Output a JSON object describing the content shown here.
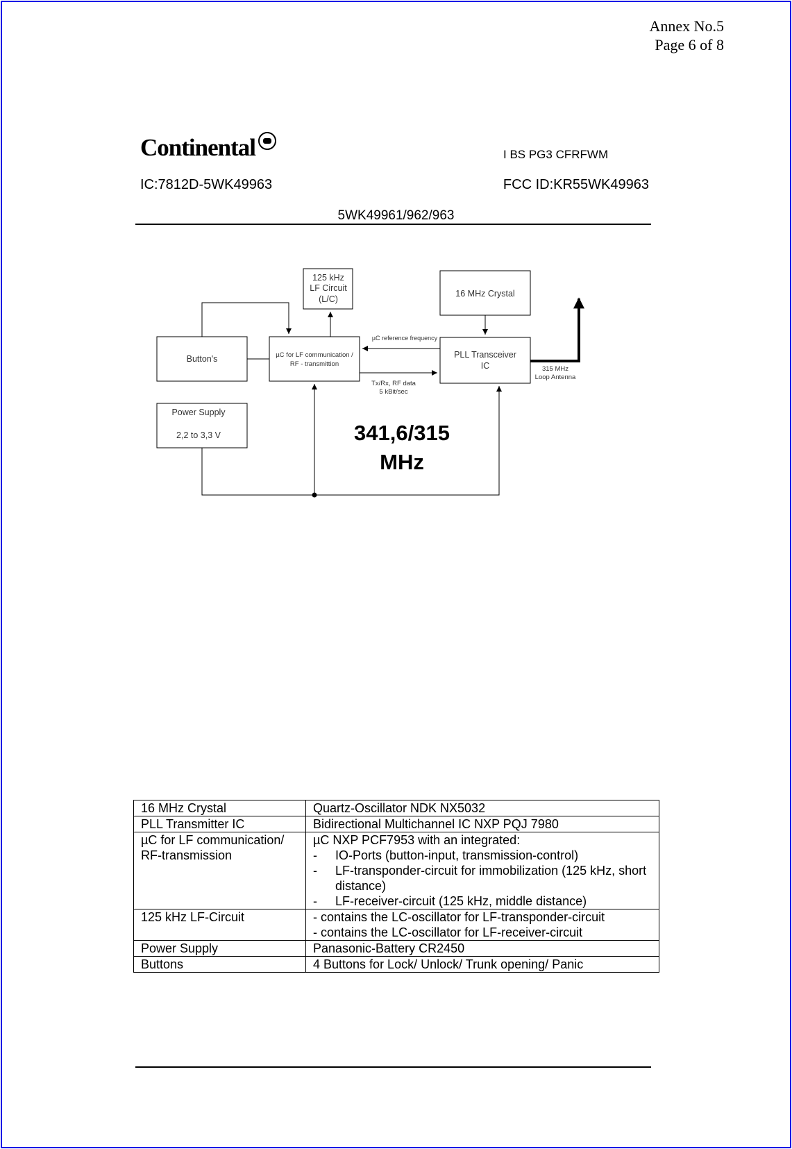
{
  "header": {
    "annex": "Annex No.5",
    "page": "Page 6 of 8",
    "company": "Continental",
    "dept": "I BS PG3 CFRFWM",
    "ic": "IC:7812D-5WK49963",
    "fcc": "FCC ID:KR55WK49963",
    "part_no": "5WK49961/962/963"
  },
  "diagram": {
    "lf_circuit": [
      "125 kHz",
      "LF Circuit",
      "(L/C)"
    ],
    "crystal": "16 MHz Crystal",
    "buttons": "Button's",
    "uc": [
      "µC for LF communication /",
      "RF - transmittion"
    ],
    "pll": [
      "PLL Transceiver",
      "IC"
    ],
    "power_supply": [
      "Power Supply",
      "2,2 to 3,3 V"
    ],
    "ref_freq": "µC reference frequency",
    "data_link": [
      "Tx/Rx, RF data",
      "5 kBit/sec"
    ],
    "antenna": [
      "315 MHz",
      "Loop Antenna"
    ],
    "frequency": [
      "341,6/315",
      "MHz"
    ]
  },
  "table": {
    "rows": [
      {
        "component": "16 MHz Crystal",
        "description": "Quartz-Oscillator NDK NX5032"
      },
      {
        "component": "PLL Transmitter IC",
        "description": "Bidirectional Multichannel IC NXP PQJ 7980"
      },
      {
        "component": "µC for LF communication/ RF-transmission",
        "intro": "µC NXP PCF7953 with an integrated:",
        "bullets": [
          "IO-Ports (button-input, transmission-control)",
          "LF-transponder-circuit for immobilization (125 kHz, short distance)",
          "LF-receiver-circuit (125 kHz, middle distance)"
        ]
      },
      {
        "component": "125 kHz LF-Circuit",
        "lines": [
          "- contains the LC-oscillator for LF-transponder-circuit",
          "- contains the LC-oscillator for LF-receiver-circuit"
        ]
      },
      {
        "component": "Power Supply",
        "description": "Panasonic-Battery CR2450"
      },
      {
        "component": "Buttons",
        "description": "4 Buttons for Lock/ Unlock/ Trunk opening/ Panic"
      }
    ]
  }
}
